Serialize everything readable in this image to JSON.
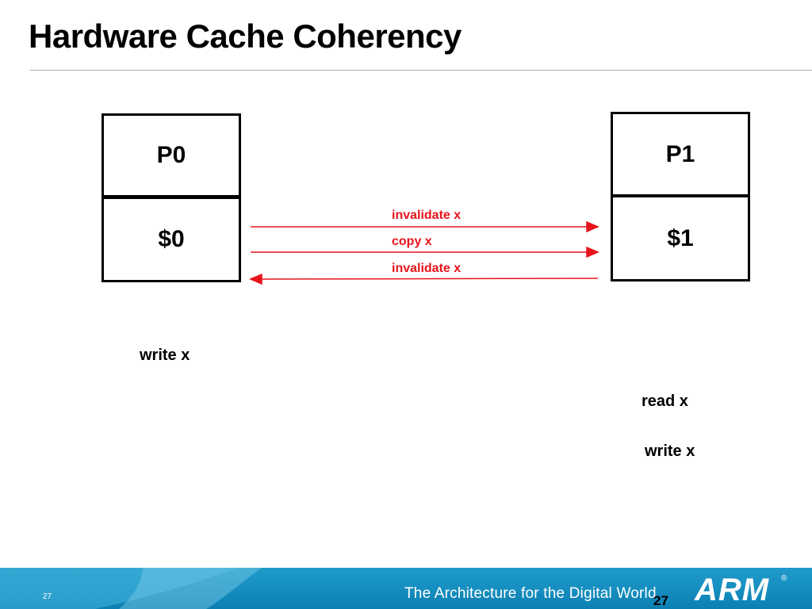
{
  "title": "Hardware Cache Coherency",
  "diagram": {
    "processors": [
      {
        "label": "P0",
        "cache_label": "$0"
      },
      {
        "label": "P1",
        "cache_label": "$1"
      }
    ],
    "messages": [
      {
        "label": "invalidate x",
        "direction": "P0 to P1"
      },
      {
        "label": "copy x",
        "direction": "P0 to P1"
      },
      {
        "label": "invalidate x",
        "direction": "P1 to P0"
      }
    ],
    "actions": {
      "p0": [
        "write x"
      ],
      "p1": [
        "read x",
        "write x"
      ]
    },
    "colors": {
      "message": "#e8141c",
      "box_border": "#000000"
    }
  },
  "footer": {
    "slide_number": "27",
    "tagline": "The Architecture for the Digital World",
    "page_number": "27",
    "logo": "ARM",
    "registered_mark": "®",
    "color": "#168fc0"
  }
}
